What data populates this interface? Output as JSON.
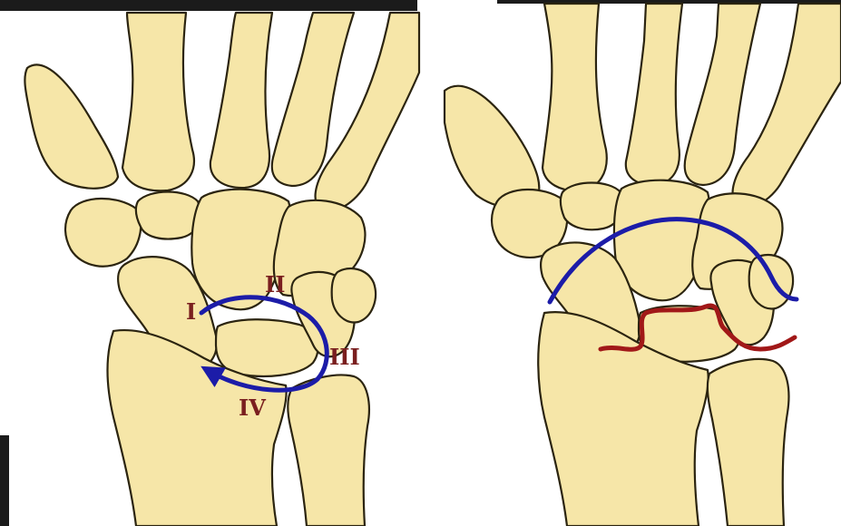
{
  "colors": {
    "background": "#ffffff",
    "bone_fill": "#f6e6a8",
    "bone_outline": "#2b2410",
    "label": "#7a1f1f",
    "arc_blue": "#1c1ca8",
    "line_red": "#a11818"
  },
  "left_panel": {
    "labels": {
      "one": "I",
      "two": "II",
      "three": "III",
      "four": "IV"
    }
  },
  "right_panel": {}
}
